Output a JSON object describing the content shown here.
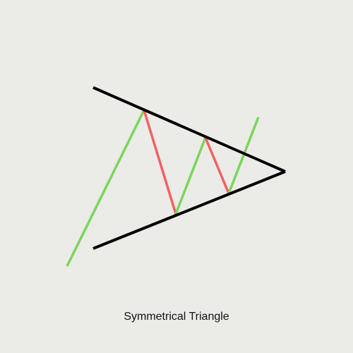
{
  "diagram": {
    "caption": "Symmetrical Triangle",
    "colors": {
      "background": "#EBEBE8",
      "trendline": "#000000",
      "up_leg": "#7BD65A",
      "down_leg": "#F26161",
      "caption": "#111111"
    },
    "elements": [
      {
        "name": "upper-trendline",
        "kind": "trendline",
        "direction": "descending"
      },
      {
        "name": "lower-trendline",
        "kind": "trendline",
        "direction": "ascending"
      },
      {
        "name": "price-leg-up-1",
        "kind": "up"
      },
      {
        "name": "price-leg-down-1",
        "kind": "down"
      },
      {
        "name": "price-leg-up-2",
        "kind": "up"
      },
      {
        "name": "price-leg-down-2",
        "kind": "down"
      },
      {
        "name": "price-leg-up-breakout",
        "kind": "up"
      }
    ]
  }
}
